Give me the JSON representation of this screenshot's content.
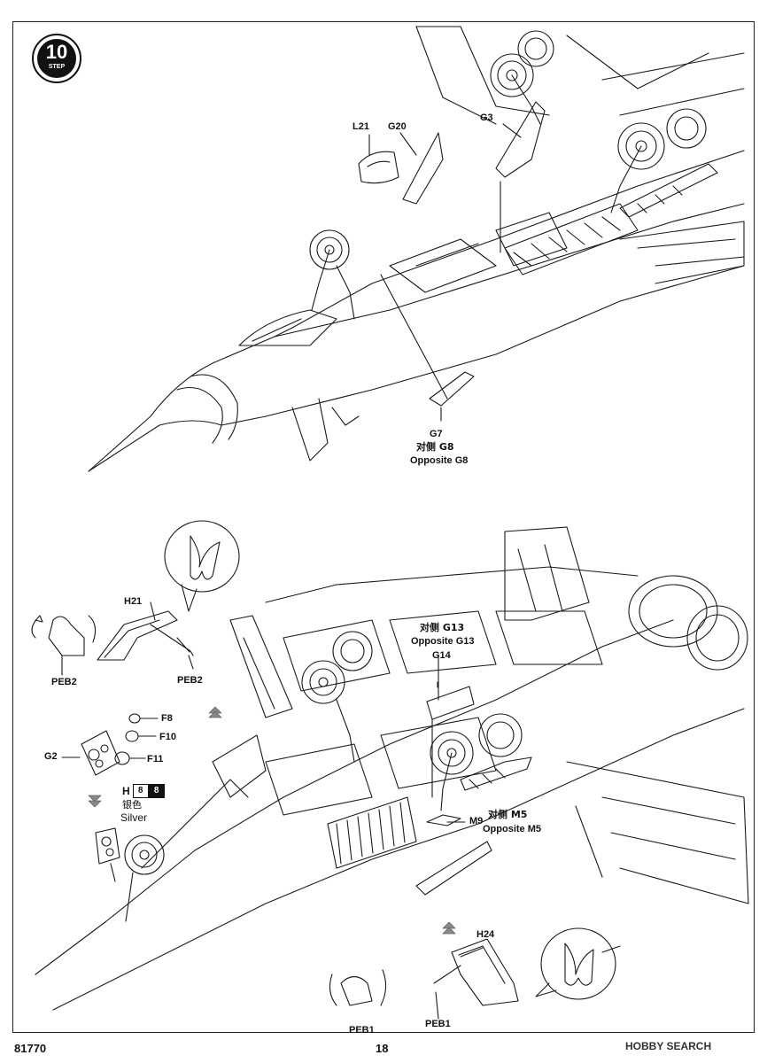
{
  "step": {
    "number": "10",
    "word": "STEP"
  },
  "top_callouts": {
    "l21": "L21",
    "g20": "G20",
    "g3": "G3",
    "g7": "G7",
    "g7_cn": "对侧 G8",
    "g7_en": "Opposite G8"
  },
  "bottom_callouts": {
    "h21": "H21",
    "peb2_left": "PEB2",
    "peb2_right": "PEB2",
    "f8": "F8",
    "f10": "F10",
    "f11": "F11",
    "g2": "G2",
    "g13_cn": "对侧 G13",
    "g13_en": "Opposite G13",
    "g14": "G14",
    "m9": "M9",
    "m5_cn": "对侧 M5",
    "m5_en": "Opposite M5",
    "h24": "H24",
    "peb1_left": "PEB1",
    "peb1_right": "PEB1"
  },
  "paint": {
    "letter": "H",
    "code_white": "8",
    "code_black": "8",
    "name_cn": "银色",
    "name_en": "Silver"
  },
  "footer": {
    "kit_number": "81770",
    "page_number": "18",
    "watermark": "HOBBY SEARCH"
  }
}
